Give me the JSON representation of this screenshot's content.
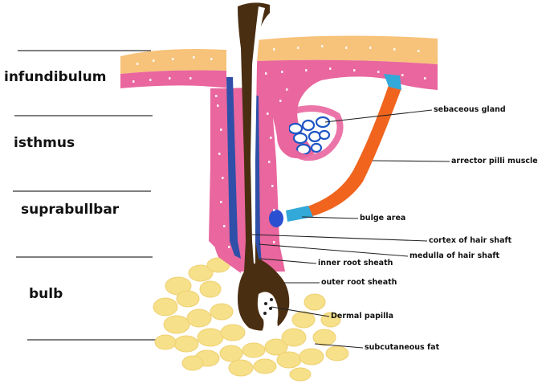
{
  "regions": {
    "infundibulum": "infundibulum",
    "isthmus": "isthmus",
    "suprabullbar": "suprabullbar",
    "bulb": "bulb"
  },
  "callouts": {
    "sebaceous_gland": "sebaceous gland",
    "arrector_pili": "arrector pilli muscle",
    "bulge_area": "bulge area",
    "cortex": "cortex of hair shaft",
    "medulla": "medulla of hair shaft",
    "inner_root_sheath": "inner root sheath",
    "outer_root_sheath": "outer root sheath",
    "dermal_papilla": "Dermal papilla",
    "subcutaneous_fat": "subcutaneous fat"
  },
  "colors": {
    "epidermis_top": "#f7c27a",
    "dermis_pink": "#e9669e",
    "outer_sheath": "#2f4fa8",
    "hair_shaft": "#4a2e12",
    "medulla": "#ffffff",
    "sebaceous": "#1f55c4",
    "muscle": "#f0641e",
    "bulge": "#2b4fd1",
    "fat": "#f6e08a",
    "light_blue": "#33a9d9"
  }
}
